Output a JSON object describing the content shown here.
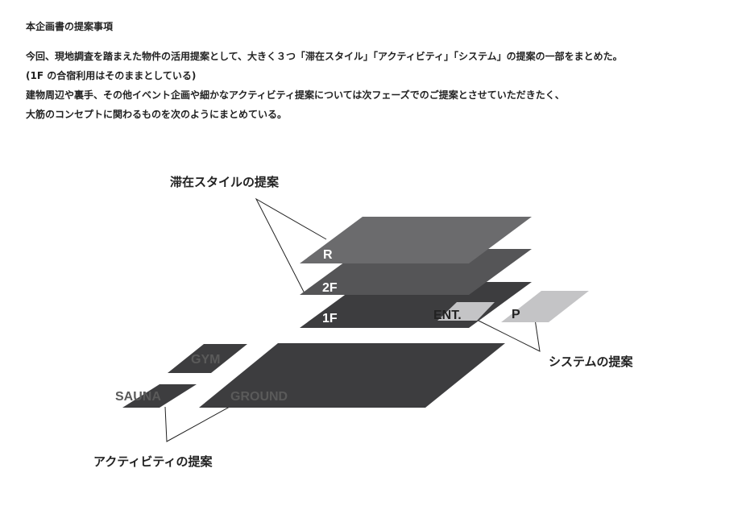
{
  "heading": "本企画書の提案事項",
  "description": [
    "今回、現地調査を踏まえた物件の活用提案として、大きく３つ「滞在スタイル」「アクティビティ」「システム」の提案の一部をまとめた。",
    "(1F の合宿利用はそのままとしている)",
    "建物周辺や裏手、その他イベント企画や細かなアクティビティ提案については次フェーズでのご提案とさせていただきたく、",
    "大筋のコンセプトに関わるものを次のようにまとめている。"
  ],
  "diagram": {
    "groups": {
      "stay": "滞在スタイルの提案",
      "activity": "アクティビティの提案",
      "system": "システムの提案"
    },
    "floors": {
      "roof": "R",
      "second": "2F",
      "first": "1F",
      "entrance": "ENT.",
      "parking": "P",
      "gym": "GYM",
      "sauna": "SAUNA",
      "ground": "GROUND"
    },
    "colors": {
      "roof": "#6b6b6d",
      "second": "#555557",
      "first": "#3d3d3f",
      "ground": "#3d3d3f",
      "light": "#c4c4c6",
      "text_on_dark": "#ffffff",
      "text_on_light": "#222222",
      "text_label_dark": "#5a5a5a"
    }
  }
}
